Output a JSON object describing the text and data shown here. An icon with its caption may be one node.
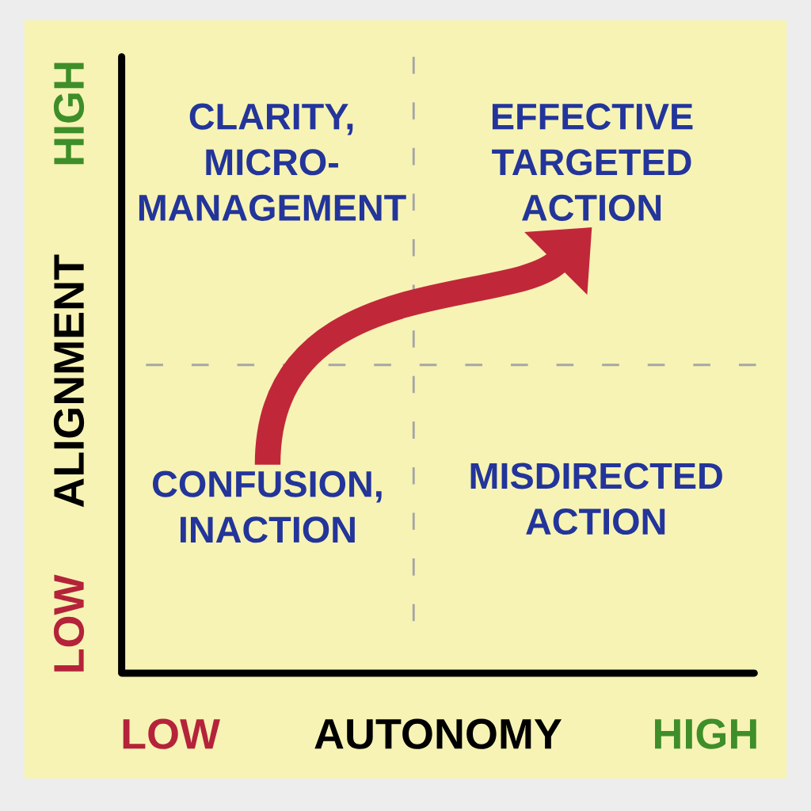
{
  "diagram": {
    "nodes": [
      {
        "text": [
          "CLARITY, MICRO-MANAGEMENT"
        ]
      },
      {
        "text": [
          "EFFECTIVE TARGETED ACTION"
        ]
      },
      {
        "text": [
          "CONFUSION, INACTION"
        ]
      },
      {
        "text": [
          "MISDIRECTED ACTION"
        ]
      }
    ],
    "edges": [
      {
        "from": 2,
        "to": 1,
        "arrow": "to",
        "color": "#c0283a"
      }
    ],
    "labels": [
      "HIGH",
      "ALIGNMENT",
      "LOW",
      "LOW",
      "AUTONOMY",
      "HIGH"
    ]
  }
}
